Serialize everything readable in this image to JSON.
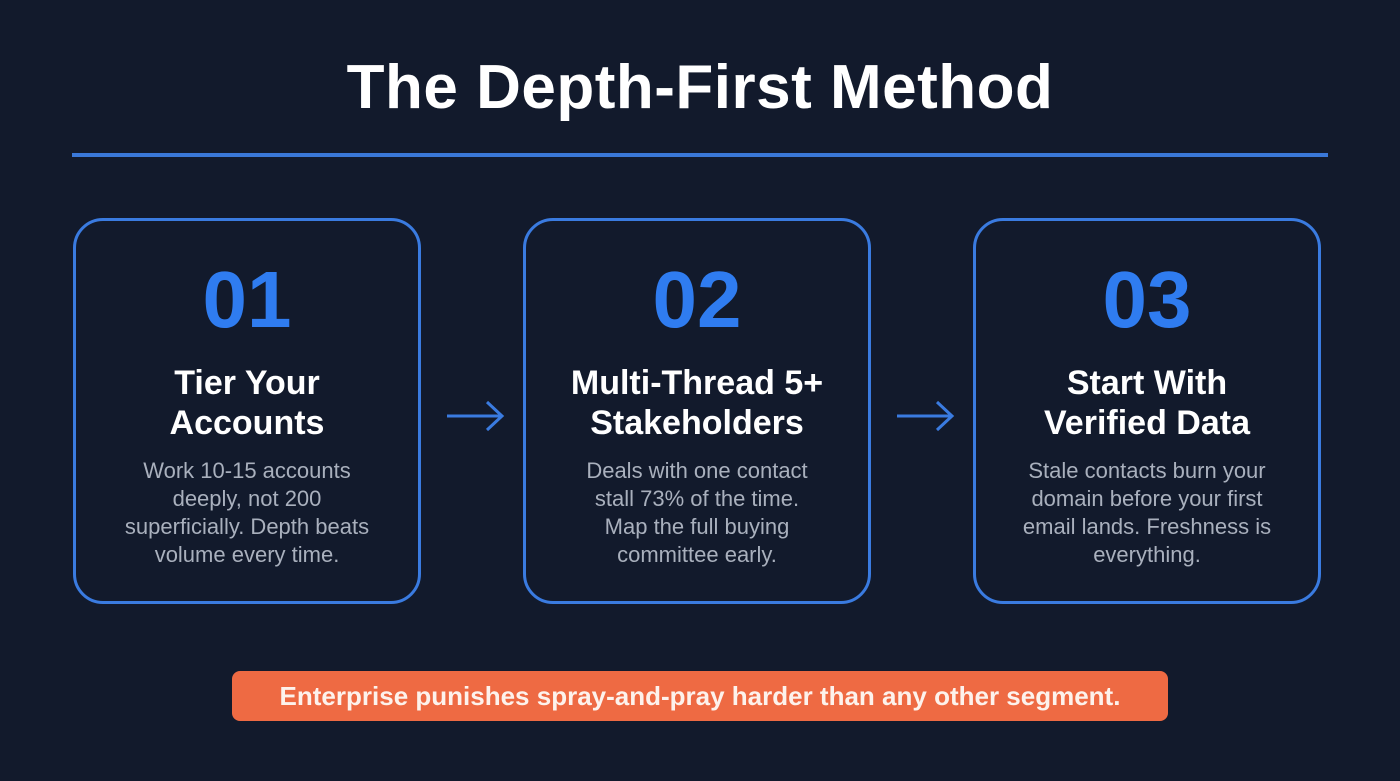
{
  "title": "The Depth-First Method",
  "colors": {
    "background": "#121a2c",
    "accent": "#3a7be0",
    "number": "#2f7cf0",
    "banner": "#ee6a43"
  },
  "steps": [
    {
      "number": "01",
      "heading": "Tier Your Accounts",
      "body": "Work 10-15 accounts deeply, not 200 superficially. Depth beats volume every time."
    },
    {
      "number": "02",
      "heading": "Multi-Thread 5+ Stakeholders",
      "body": "Deals with one contact stall 73% of the time. Map the full buying committee early."
    },
    {
      "number": "03",
      "heading": "Start With Verified Data",
      "body": "Stale contacts burn your domain before your first email lands. Freshness is everything."
    }
  ],
  "connectors": [
    "arrow-right-icon",
    "arrow-right-icon"
  ],
  "banner": "Enterprise punishes spray-and-pray harder than any other segment."
}
